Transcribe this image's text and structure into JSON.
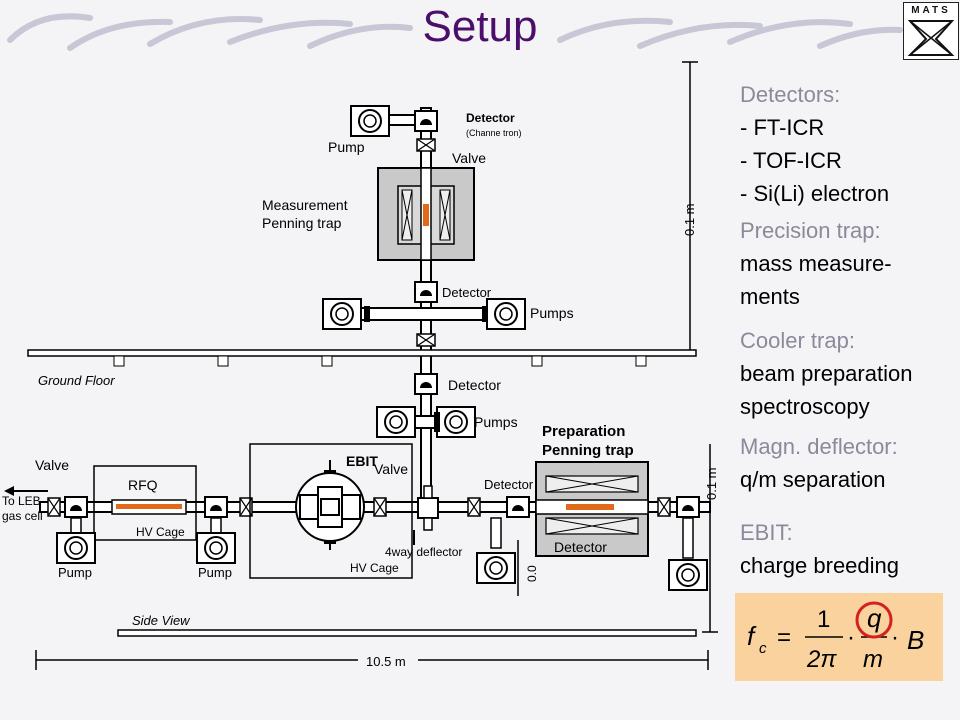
{
  "slide": {
    "title": "Setup",
    "logo_text": "MATS"
  },
  "diagram_labels": {
    "detector_top": "Detector",
    "channeltron": "(Channe tron)",
    "pump_top": "Pump",
    "valve_top": "Valve",
    "measurement_trap_l1": "Measurement",
    "measurement_trap_l2": "Penning trap",
    "detector_mid": "Detector",
    "pumps_mid": "Pumps",
    "ground_floor": "Ground Floor",
    "detector_low": "Detector",
    "pumps_low": "Pumps",
    "prep_trap_l1": "Preparation",
    "prep_trap_l2": "Penning trap",
    "ebit": "EBIT",
    "valve_ebit": "Valve",
    "valve_left": "Valve",
    "rfq": "RFQ",
    "to_leb_l1": "To LEB",
    "to_leb_l2": "gas cell",
    "hv_cage_rfq": "HV Cage",
    "hv_cage_ebit": "HV Cage",
    "pump_left": "Pump",
    "pump_right": "Pump",
    "detector_prep": "Detector",
    "detector_inside": "Detector",
    "deflector": "4way deflector",
    "side_view": "Side View",
    "scale_horizontal": "10.5 m",
    "scale_upper": "0.1 m",
    "scale_lower": "0.1 m",
    "scale_small": "0.0"
  },
  "info_panel": [
    {
      "heading": "Detectors:",
      "lines": [
        "- FT-ICR",
        "- TOF-ICR",
        "- Si(Li) electron"
      ]
    },
    {
      "heading": "Precision trap:",
      "lines": [
        "mass measure-",
        "ments"
      ]
    },
    {
      "heading": "Cooler trap:",
      "lines": [
        "beam preparation",
        "spectroscopy"
      ]
    },
    {
      "heading": "Magn. deflector:",
      "lines": [
        "q/m separation"
      ]
    },
    {
      "heading": "EBIT:",
      "lines": [
        "charge breeding"
      ]
    }
  ],
  "formula": {
    "lhs_f": "f",
    "lhs_sub": "c",
    "equals": "=",
    "num1": "1",
    "den1": "2π",
    "dot1": "·",
    "num2": "q",
    "den2": "m",
    "dot2": "·",
    "rhs": "B"
  },
  "colors": {
    "title": "#4b0f6b",
    "highlight_circle": "#d42020",
    "formula_bg": "#f9d29e",
    "trap_fill": "#c9c9c9",
    "orange_electrode": "#e06a1a",
    "panel_heading": "#8a8a9a"
  }
}
